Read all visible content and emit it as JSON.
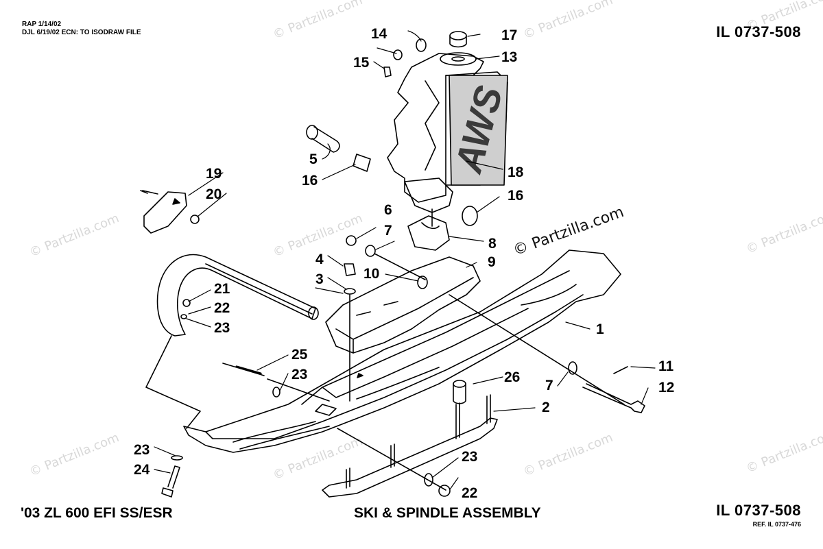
{
  "header": {
    "note_line1": "RAP 1/14/02",
    "note_line2": "DJL 6/19/02 ECN: TO ISODRAW FILE",
    "illustration_id_top": "IL 0737-508",
    "illustration_id_bottom": "IL 0737-508",
    "reference": "REF. IL 0737-476"
  },
  "footer": {
    "model": "'03 ZL 600 EFI SS/ESR",
    "assembly_title": "SKI & SPINDLE ASSEMBLY"
  },
  "watermark": {
    "text": "© Partzilla.com",
    "prominent_text": "© Partzilla.com"
  },
  "decal_text": "AWS",
  "callouts": [
    {
      "id": "c1",
      "label": "1"
    },
    {
      "id": "c2",
      "label": "2"
    },
    {
      "id": "c3",
      "label": "3"
    },
    {
      "id": "c4",
      "label": "4"
    },
    {
      "id": "c5",
      "label": "5"
    },
    {
      "id": "c6",
      "label": "6"
    },
    {
      "id": "c7a",
      "label": "7"
    },
    {
      "id": "c7b",
      "label": "7"
    },
    {
      "id": "c8",
      "label": "8"
    },
    {
      "id": "c9",
      "label": "9"
    },
    {
      "id": "c10",
      "label": "10"
    },
    {
      "id": "c11",
      "label": "11"
    },
    {
      "id": "c12",
      "label": "12"
    },
    {
      "id": "c13",
      "label": "13"
    },
    {
      "id": "c14",
      "label": "14"
    },
    {
      "id": "c15",
      "label": "15"
    },
    {
      "id": "c16a",
      "label": "16"
    },
    {
      "id": "c16b",
      "label": "16"
    },
    {
      "id": "c17",
      "label": "17"
    },
    {
      "id": "c18",
      "label": "18"
    },
    {
      "id": "c19",
      "label": "19"
    },
    {
      "id": "c20",
      "label": "20"
    },
    {
      "id": "c21",
      "label": "21"
    },
    {
      "id": "c22a",
      "label": "22"
    },
    {
      "id": "c22b",
      "label": "22"
    },
    {
      "id": "c23a",
      "label": "23"
    },
    {
      "id": "c23b",
      "label": "23"
    },
    {
      "id": "c23c",
      "label": "23"
    },
    {
      "id": "c23d",
      "label": "23"
    },
    {
      "id": "c24",
      "label": "24"
    },
    {
      "id": "c25",
      "label": "25"
    },
    {
      "id": "c26",
      "label": "26"
    }
  ]
}
